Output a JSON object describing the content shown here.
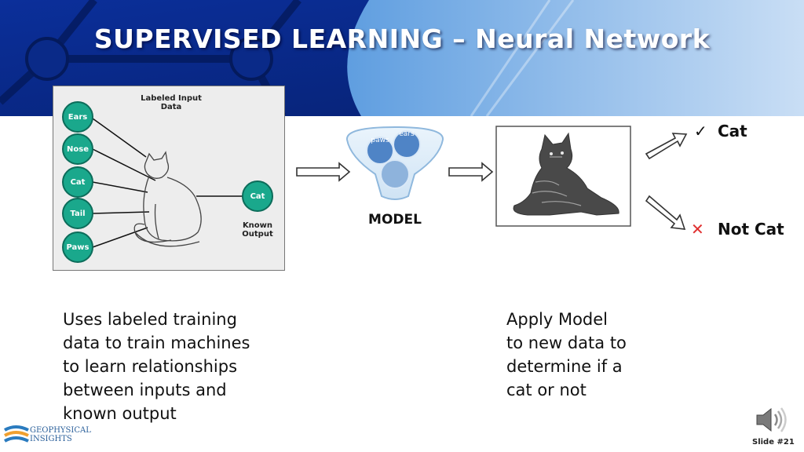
{
  "slide": {
    "title": "SUPERVISED LEARNING – Neural Network",
    "number": "Slide #21"
  },
  "input_panel": {
    "heading_line1": "Labeled Input",
    "heading_line2": "Data",
    "features": [
      "Ears",
      "Nose",
      "Cat",
      "Tail",
      "Paws"
    ],
    "output_node": "Cat",
    "output_label_line1": "Known",
    "output_label_line2": "Output"
  },
  "model": {
    "label": "MODEL",
    "bubbles": [
      "paws",
      "ears"
    ]
  },
  "results": {
    "positive": "Cat",
    "negative": "Not Cat",
    "check_glyph": "✓",
    "cross_glyph": "✕"
  },
  "descriptions": {
    "left": [
      "Uses labeled training",
      "data to train machines",
      "to learn relationships",
      "between inputs and",
      "known output"
    ],
    "right": [
      "Apply Model",
      "to new data to",
      "determine if a",
      "cat or not"
    ]
  },
  "logo": {
    "line1": "GEOPHYSICAL",
    "line2": "INSIGHTS"
  },
  "icons": {
    "speaker": "speaker-icon"
  },
  "colors": {
    "header_dark": "#0a2a8a",
    "header_light": "#9fc6ee",
    "node_fill": "#1aa88c",
    "cross": "#e03030"
  }
}
